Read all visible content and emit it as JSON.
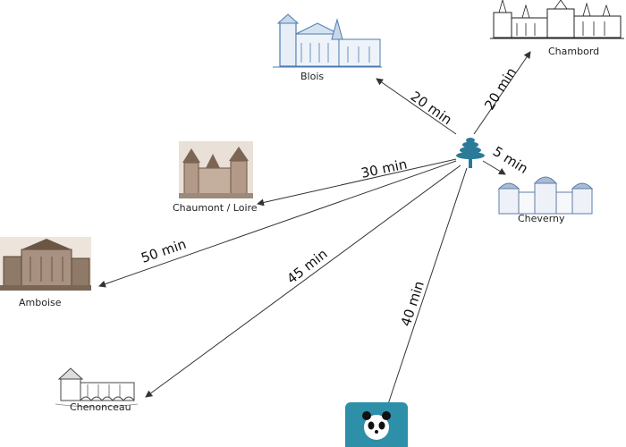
{
  "destinations": [
    {
      "id": "blois",
      "name": "Blois",
      "duration": "20 min",
      "illustration": "blois-castle-sketch",
      "tint": "#4a7bb0"
    },
    {
      "id": "chambord",
      "name": "Chambord",
      "duration": "20 min",
      "illustration": "chambord-castle-sketch",
      "tint": "#222222"
    },
    {
      "id": "cheverny",
      "name": "Cheverny",
      "duration": "5 min",
      "illustration": "cheverny-castle-sketch",
      "tint": "#5d7ea8"
    },
    {
      "id": "chaumont",
      "name": "Chaumont / Loire",
      "duration": "30 min",
      "illustration": "chaumont-castle-photo",
      "tint": "#8b6f5c"
    },
    {
      "id": "amboise",
      "name": "Amboise",
      "duration": "50 min",
      "illustration": "amboise-castle-photo",
      "tint": "#6b5545"
    },
    {
      "id": "chenonceau",
      "name": "Chenonceau",
      "duration": "45 min",
      "illustration": "chenonceau-castle-sketch",
      "tint": "#444444"
    },
    {
      "id": "zoo",
      "name": "",
      "duration": "40 min",
      "illustration": "panda-logo",
      "tint": "#2e8fa8"
    }
  ],
  "origin": {
    "icon": "cedar-tree-icon",
    "color": "#2a7a98"
  },
  "colors": {
    "arrow": "#333333",
    "text": "#111111"
  }
}
